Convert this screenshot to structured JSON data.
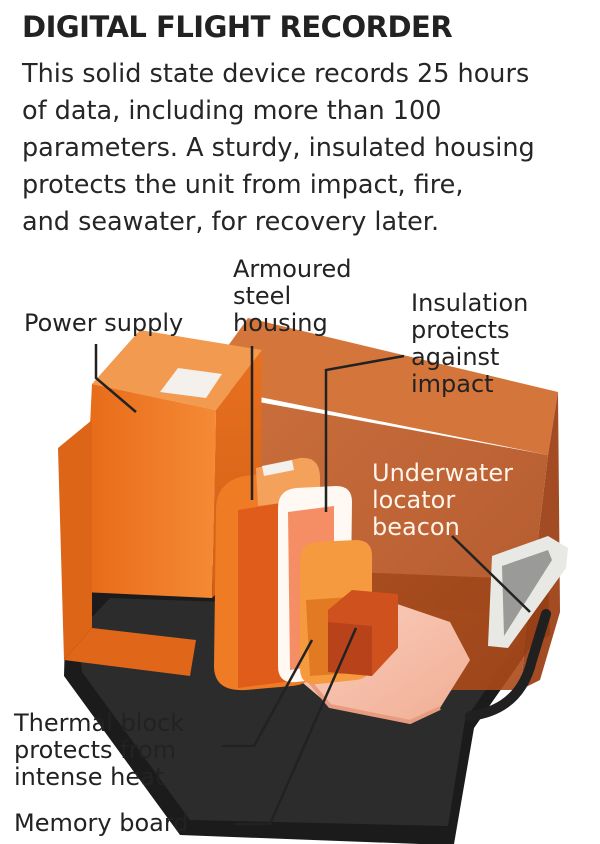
{
  "header": {
    "title": "DIGITAL FLIGHT RECORDER",
    "description_lines": [
      "This solid state device records 25 hours",
      "of data, including more than 100",
      "parameters. A sturdy, insulated housing",
      "protects the unit from impact, fire,",
      "and seawater, for recovery later."
    ]
  },
  "labels": {
    "power_supply": [
      "Power supply"
    ],
    "armoured_housing": [
      "Armoured",
      "steel",
      "housing"
    ],
    "insulation": [
      "Insulation",
      "protects",
      "against",
      "impact"
    ],
    "beacon": [
      "Underwater",
      "locator",
      "beacon"
    ],
    "thermal_block": [
      "Thermal block",
      "protects from",
      "intense heat"
    ],
    "memory_board": [
      "Memory board"
    ]
  },
  "colors": {
    "box_front": "#f07a25",
    "box_top": "#f29a45",
    "box_dark": "#c55a13",
    "inner_box": "#b9541e",
    "base": "#1a1a1a",
    "pink_tray": "#f6c4b0",
    "beacon_frame": "#e9e9e6",
    "text": "#222222"
  }
}
